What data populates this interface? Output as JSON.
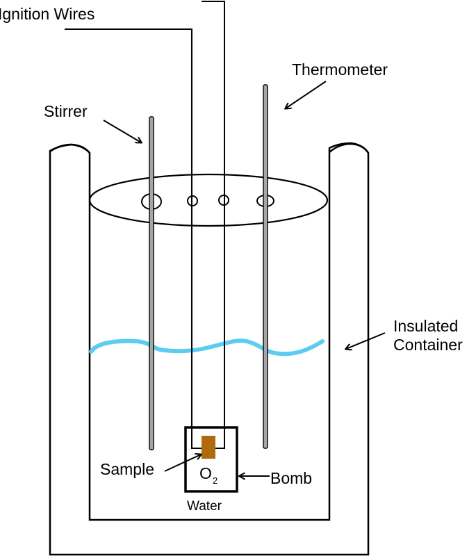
{
  "diagram": {
    "title": "Bomb Calorimeter",
    "labels": {
      "ignition_wires": "Ignition Wires",
      "thermometer": "Thermometer",
      "stirrer": "Stirrer",
      "insulated_container_line1": "Insulated",
      "insulated_container_line2": "Container",
      "sample": "Sample",
      "oxygen_symbol": "O",
      "oxygen_subscript": "2",
      "bomb": "Bomb",
      "water": "Water"
    },
    "colors": {
      "stroke": "#000000",
      "rod_fill": "#a6a6a6",
      "water_line": "#5ccdf0",
      "sample_fill": "#ad6a0f",
      "background": "#ffffff"
    }
  }
}
